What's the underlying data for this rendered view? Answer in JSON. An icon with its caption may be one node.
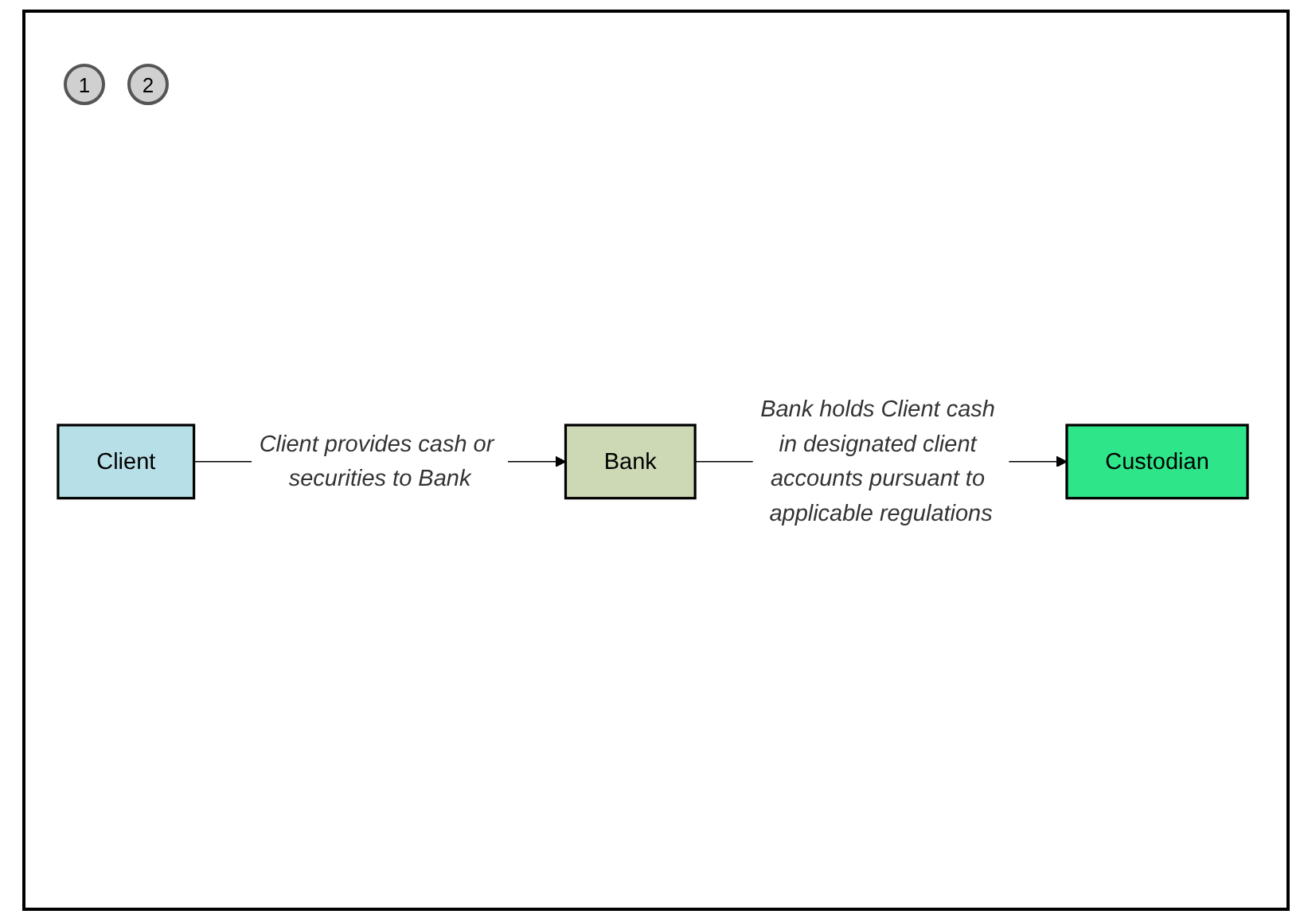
{
  "diagram": {
    "nodes": [
      {
        "text": [
          "Client"
        ]
      },
      {
        "text": [
          "Bank"
        ]
      },
      {
        "text": [
          "Custodian"
        ]
      }
    ],
    "edges": [
      {
        "from": 0,
        "to": 1,
        "arrow": "to",
        "label": "Client provides cash or securities to Bank"
      },
      {
        "from": 1,
        "to": 2,
        "arrow": "to",
        "label": "Bank holds Client cash in designated client accounts pursuant to applicable regulations"
      }
    ],
    "labels": [
      "1",
      "2"
    ]
  }
}
